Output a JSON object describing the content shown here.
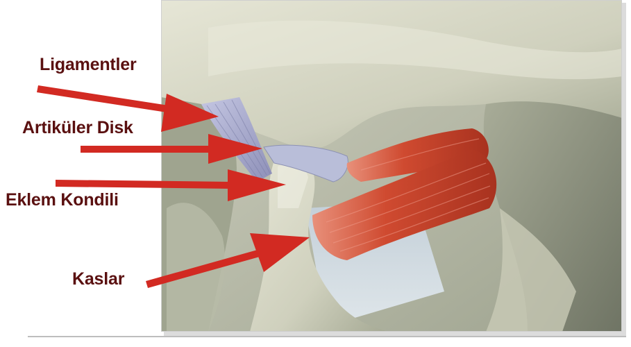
{
  "labels": {
    "ligament": "Ligamentler",
    "disc": "Artiküler Disk",
    "condyle": "Eklem Kondili",
    "muscle": "Kaslar"
  },
  "colors": {
    "bone": "#d8d8c6",
    "bone_shadow": "#8f9382",
    "muscle": "#d0462f",
    "ligament": "#a6a8cc",
    "disc": "#b6bcd8",
    "arrow": "#d22a22",
    "label": "#5a1010"
  }
}
